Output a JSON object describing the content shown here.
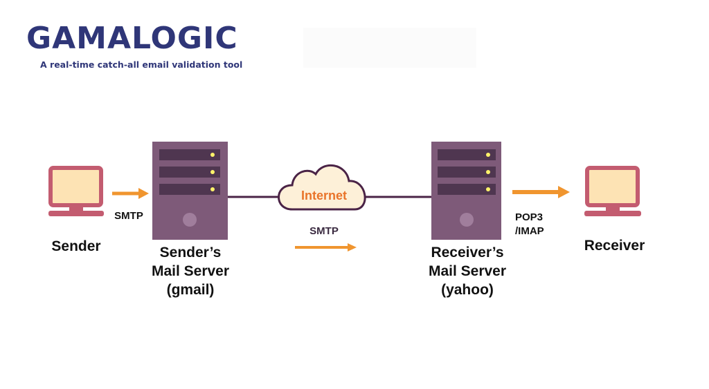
{
  "logo": {
    "title": "GAMALOGIC",
    "tagline": "A real-time catch-all email validation tool"
  },
  "nodes": {
    "sender": "Sender",
    "sender_server": [
      "Sender’s",
      "Mail Server",
      "(gmail)"
    ],
    "internet": "Internet",
    "receiver_server": [
      "Receiver’s",
      "Mail Server",
      "(yahoo)"
    ],
    "receiver": "Receiver"
  },
  "protocols": {
    "sender_to_server": "SMTP",
    "server_to_server": "SMTP",
    "server_to_receiver": [
      "POP3",
      "/IMAP"
    ]
  },
  "colors": {
    "brand": "#2f3678",
    "server": "#7e5a79",
    "computer_frame": "#c35c70",
    "computer_screen": "#fde3b4",
    "arrow": "#f0952f",
    "link": "#4a2346",
    "cloud_fill": "#fdf0d8",
    "internet_text": "#e9742a",
    "indicator": "#fff36a"
  }
}
